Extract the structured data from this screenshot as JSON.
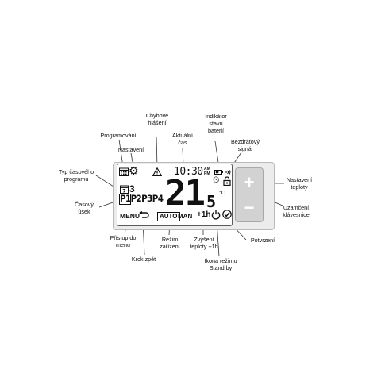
{
  "labels": {
    "chybove_hlaseni": "Chybové\nhlášení",
    "programovani": "Programování",
    "aktualni_cas": "Aktuální\nčas",
    "indikator_baterii": "Indikátor\nstavu\nbaterií",
    "nastaveni": "Nastavení",
    "bezdratovy_signal": "Bezdrátový\nsignál",
    "typ_programu": "Typ časového\nprogramu",
    "nastaveni_teploty": "Nastavení\nteploty",
    "casovy_usek": "Časový\núsek",
    "uzamceni": "Uzamčení\nklávesnice",
    "pristup_menu": "Přístup do\nmenu",
    "rezim_zarizeni": "Režim\nzařízení",
    "zvyseni_teploty": "Zvýšení\nteploty +1h",
    "potvrzeni": "Potvrzení",
    "krok_zpet": "Krok zpět",
    "stand_by": "Ikona režimu\nStand by"
  },
  "display": {
    "time": "10:30",
    "am": "AM",
    "pm": "PM",
    "day": "3",
    "programs": "P1P2P3P4",
    "temp_big": "21",
    "temp_small": "5",
    "unit": "°C",
    "menu": "MENU",
    "auto": "AUTO",
    "man": "MAN",
    "plus1h": "+1h"
  },
  "keys": {
    "plus": "+",
    "minus": "−"
  }
}
